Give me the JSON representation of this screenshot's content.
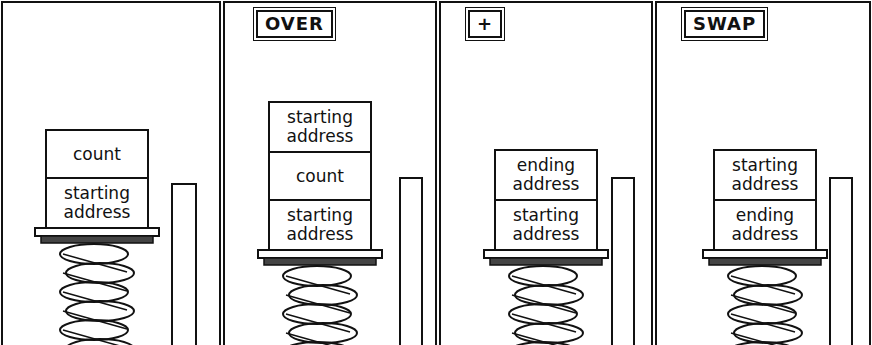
{
  "diagram": {
    "nodes": [
      {
        "text": [
          "count"
        ]
      },
      {
        "text": [
          "starting address"
        ]
      },
      {
        "text": [
          "OVER"
        ]
      },
      {
        "text": [
          "starting address"
        ]
      },
      {
        "text": [
          "count"
        ]
      },
      {
        "text": [
          "starting address"
        ]
      },
      {
        "text": [
          "+"
        ]
      },
      {
        "text": [
          "ending address"
        ]
      },
      {
        "text": [
          "starting address"
        ]
      },
      {
        "text": [
          "SWAP"
        ]
      },
      {
        "text": [
          "starting address"
        ]
      },
      {
        "text": [
          "ending address"
        ]
      }
    ]
  }
}
